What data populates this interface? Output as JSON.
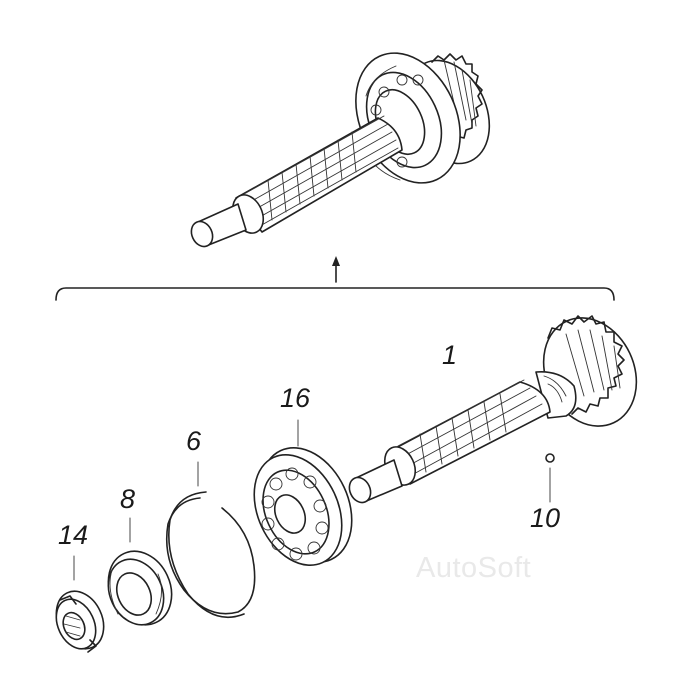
{
  "callouts": {
    "shaft": "1",
    "bearing": "16",
    "snap_ring": "6",
    "seal_ring": "8",
    "nut": "14",
    "ball": "10"
  },
  "watermark": "AutoSoft"
}
